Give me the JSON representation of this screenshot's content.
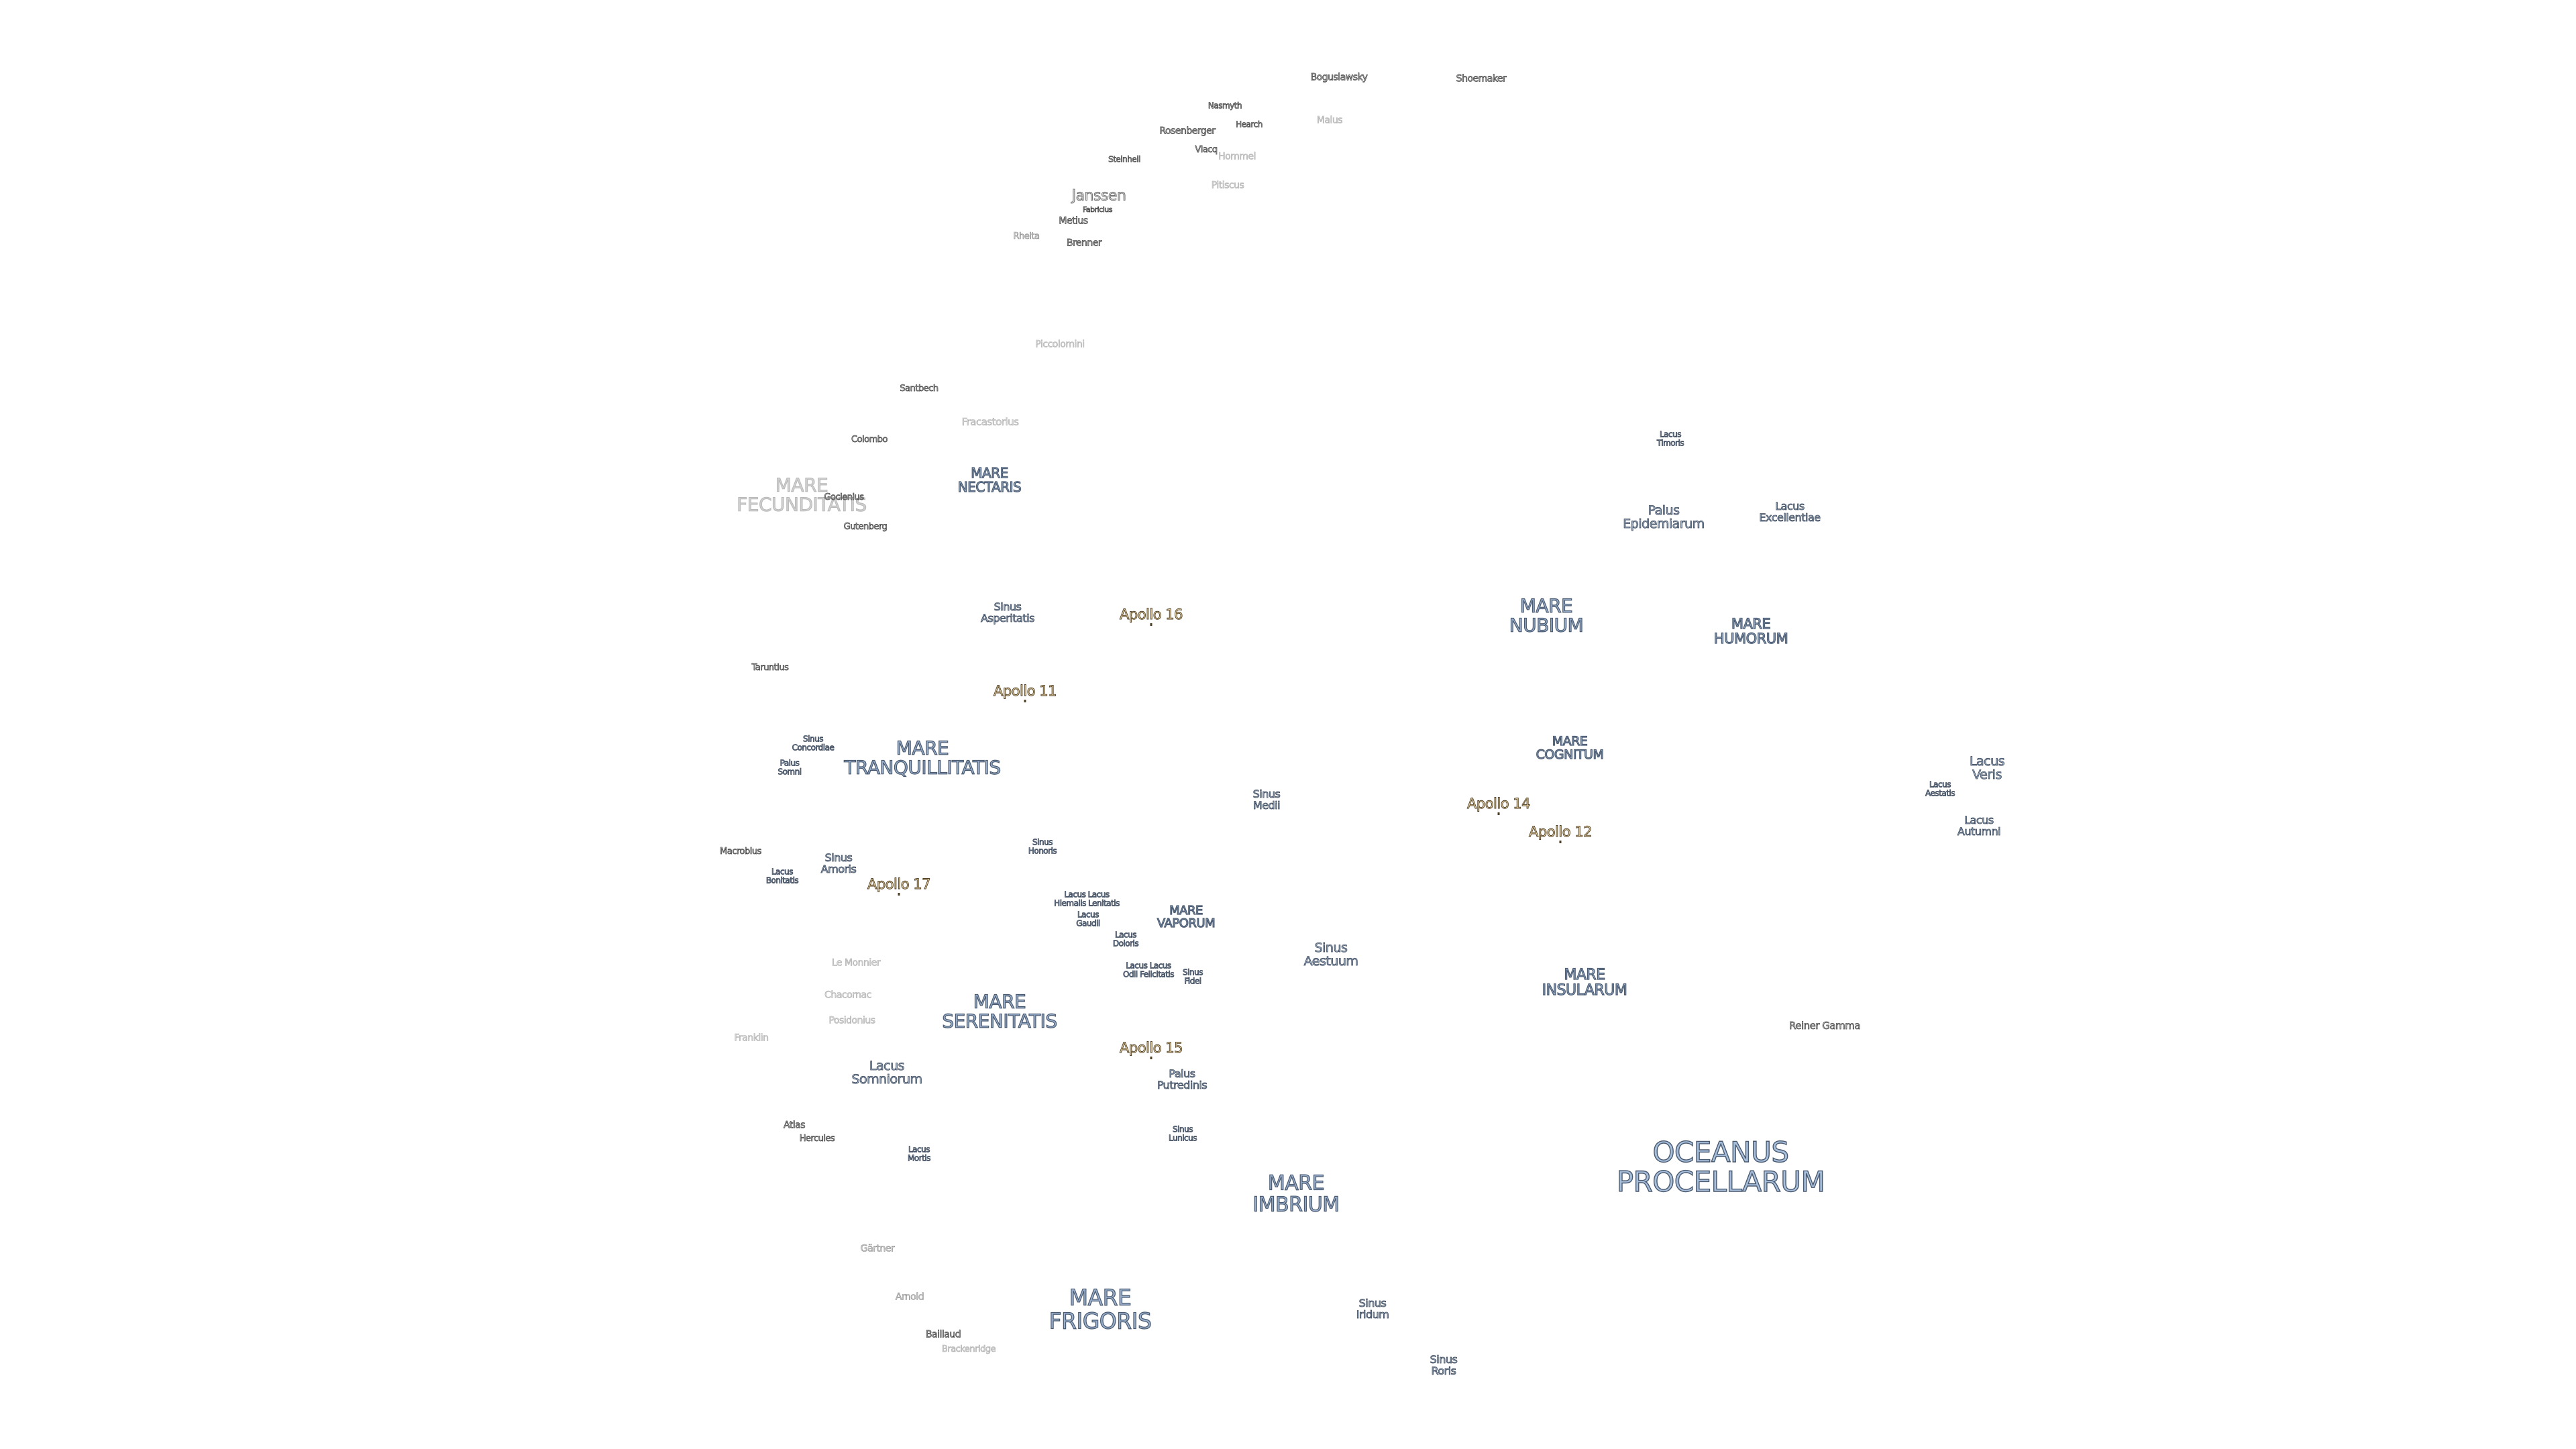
{
  "maria": [
    {
      "id": "mare-fecunditatis",
      "lines": [
        "MARE",
        "FECUNDITATIS"
      ],
      "faded": true
    },
    {
      "id": "mare-nectaris",
      "lines": [
        "MARE",
        "NECTARIS"
      ]
    },
    {
      "id": "mare-nubium",
      "lines": [
        "MARE",
        "NUBIUM"
      ]
    },
    {
      "id": "mare-humorum",
      "lines": [
        "MARE",
        "HUMORUM"
      ]
    },
    {
      "id": "mare-tranquillitatis",
      "lines": [
        "MARE",
        "TRANQUILLITATIS"
      ]
    },
    {
      "id": "mare-cognitum",
      "lines": [
        "MARE",
        "COGNITUM"
      ]
    },
    {
      "id": "mare-vaporum",
      "lines": [
        "MARE",
        "VAPORUM"
      ]
    },
    {
      "id": "mare-insularum",
      "lines": [
        "MARE",
        "INSULARUM"
      ]
    },
    {
      "id": "mare-serenitatis",
      "lines": [
        "MARE",
        "SERENITATIS"
      ]
    },
    {
      "id": "mare-imbrium",
      "lines": [
        "MARE",
        "IMBRIUM"
      ]
    },
    {
      "id": "mare-frigoris",
      "lines": [
        "MARE",
        "FRIGORIS"
      ]
    },
    {
      "id": "oceanus-procellarum",
      "lines": [
        "OCEANUS",
        "PROCELLARUM"
      ]
    }
  ],
  "small_features": [
    {
      "id": "lacus-timoris",
      "lines": [
        "Lacus",
        "Timoris"
      ]
    },
    {
      "id": "palus-epidemiarum",
      "lines": [
        "Palus",
        "Epidemiarum"
      ]
    },
    {
      "id": "lacus-excellentiae",
      "lines": [
        "Lacus",
        "Excellentiae"
      ]
    },
    {
      "id": "sinus-asperitatis",
      "lines": [
        "Sinus",
        "Asperitatis"
      ]
    },
    {
      "id": "sinus-concordiae",
      "lines": [
        "Sinus",
        "Concordiae"
      ]
    },
    {
      "id": "palus-somni",
      "lines": [
        "Palus",
        "Somni"
      ]
    },
    {
      "id": "sinus-medii",
      "lines": [
        "Sinus",
        "Medii"
      ]
    },
    {
      "id": "lacus-veris",
      "lines": [
        "Lacus",
        "Veris"
      ]
    },
    {
      "id": "lacus-aestatis",
      "lines": [
        "Lacus",
        "Aestatis"
      ]
    },
    {
      "id": "lacus-autumni",
      "lines": [
        "Lacus",
        "Autumni"
      ]
    },
    {
      "id": "sinus-amoris",
      "lines": [
        "Sinus",
        "Amoris"
      ]
    },
    {
      "id": "lacus-bonitatis",
      "lines": [
        "Lacus",
        "Bonitatis"
      ]
    },
    {
      "id": "sinus-honoris",
      "lines": [
        "Sinus",
        "Honoris"
      ]
    },
    {
      "id": "lacus-lenitatis",
      "lines": [
        "Lacus Lacus",
        "Hiemalis Lenitatis"
      ]
    },
    {
      "id": "lacus-gaudii",
      "lines": [
        "Lacus",
        "Gaudii"
      ]
    },
    {
      "id": "lacus-doloris",
      "lines": [
        "Lacus",
        "Doloris"
      ]
    },
    {
      "id": "lacus-odii",
      "lines": [
        "Lacus Lacus",
        "Odii Felicitatis"
      ]
    },
    {
      "id": "sinus-fidei",
      "lines": [
        "Sinus",
        "Fidei"
      ]
    },
    {
      "id": "sinus-aestuum",
      "lines": [
        "Sinus",
        "Aestuum"
      ]
    },
    {
      "id": "lacus-somniorum",
      "lines": [
        "Lacus",
        "Somniorum"
      ]
    },
    {
      "id": "palus-putredinis",
      "lines": [
        "Palus",
        "Putredinis"
      ]
    },
    {
      "id": "sinus-lunicus",
      "lines": [
        "Sinus",
        "Lunicus"
      ]
    },
    {
      "id": "lacus-mortis",
      "lines": [
        "Lacus",
        "Mortis"
      ]
    },
    {
      "id": "sinus-iridum",
      "lines": [
        "Sinus",
        "Iridum"
      ]
    },
    {
      "id": "sinus-roris",
      "lines": [
        "Sinus",
        "Roris"
      ]
    }
  ],
  "craters": [
    {
      "id": "boguslawsky",
      "text": "Boguslawsky"
    },
    {
      "id": "shoemaker",
      "text": "Shoemaker"
    },
    {
      "id": "nasmyth",
      "text": "Nasmyth"
    },
    {
      "id": "rosenberger",
      "text": "Rosenberger"
    },
    {
      "id": "hearch",
      "text": "Hearch"
    },
    {
      "id": "malus",
      "text": "Malus",
      "light": true
    },
    {
      "id": "steinheil",
      "text": "Steinheil"
    },
    {
      "id": "vlacq",
      "text": "Vlacq"
    },
    {
      "id": "hommel",
      "text": "Hommel",
      "light": true
    },
    {
      "id": "pitiscus",
      "text": "Pitiscus",
      "light": true
    },
    {
      "id": "janssen",
      "text": "Janssen",
      "large": true
    },
    {
      "id": "fabricius",
      "text": "Fabricius"
    },
    {
      "id": "metius",
      "text": "Metius"
    },
    {
      "id": "rheita",
      "text": "Rheita",
      "light": true
    },
    {
      "id": "brenner",
      "text": "Brenner"
    },
    {
      "id": "piccolomini",
      "text": "Piccolomini",
      "light": true
    },
    {
      "id": "santbech",
      "text": "Santbech"
    },
    {
      "id": "fracastorius",
      "text": "Fracastorius",
      "light": true
    },
    {
      "id": "colombo",
      "text": "Colombo"
    },
    {
      "id": "goclenius",
      "text": "Goclenius"
    },
    {
      "id": "gutenberg",
      "text": "Gutenberg"
    },
    {
      "id": "taruntius",
      "text": "Taruntius"
    },
    {
      "id": "macrobius",
      "text": "Macrobius"
    },
    {
      "id": "le-monnier",
      "text": "Le Monnier",
      "light": true
    },
    {
      "id": "chacornac",
      "text": "Chacornac",
      "light": true
    },
    {
      "id": "posidonius",
      "text": "Posidonius",
      "light": true
    },
    {
      "id": "franklin",
      "text": "Franklin",
      "light": true
    },
    {
      "id": "reiner-gamma",
      "text": "Reiner Gamma"
    },
    {
      "id": "atlas",
      "text": "Atlas"
    },
    {
      "id": "hercules",
      "text": "Hercules"
    },
    {
      "id": "gartner",
      "text": "Gärtner"
    },
    {
      "id": "arnold",
      "text": "Arnold"
    },
    {
      "id": "baillaud",
      "text": "Baillaud"
    },
    {
      "id": "brackenridge",
      "text": "Brackenridge",
      "light": true
    }
  ],
  "apollo_sites": [
    {
      "id": "apollo-16",
      "text": "Apollo 16"
    },
    {
      "id": "apollo-11",
      "text": "Apollo 11"
    },
    {
      "id": "apollo-14",
      "text": "Apollo 14"
    },
    {
      "id": "apollo-12",
      "text": "Apollo 12"
    },
    {
      "id": "apollo-17",
      "text": "Apollo 17"
    },
    {
      "id": "apollo-15",
      "text": "Apollo 15"
    }
  ]
}
